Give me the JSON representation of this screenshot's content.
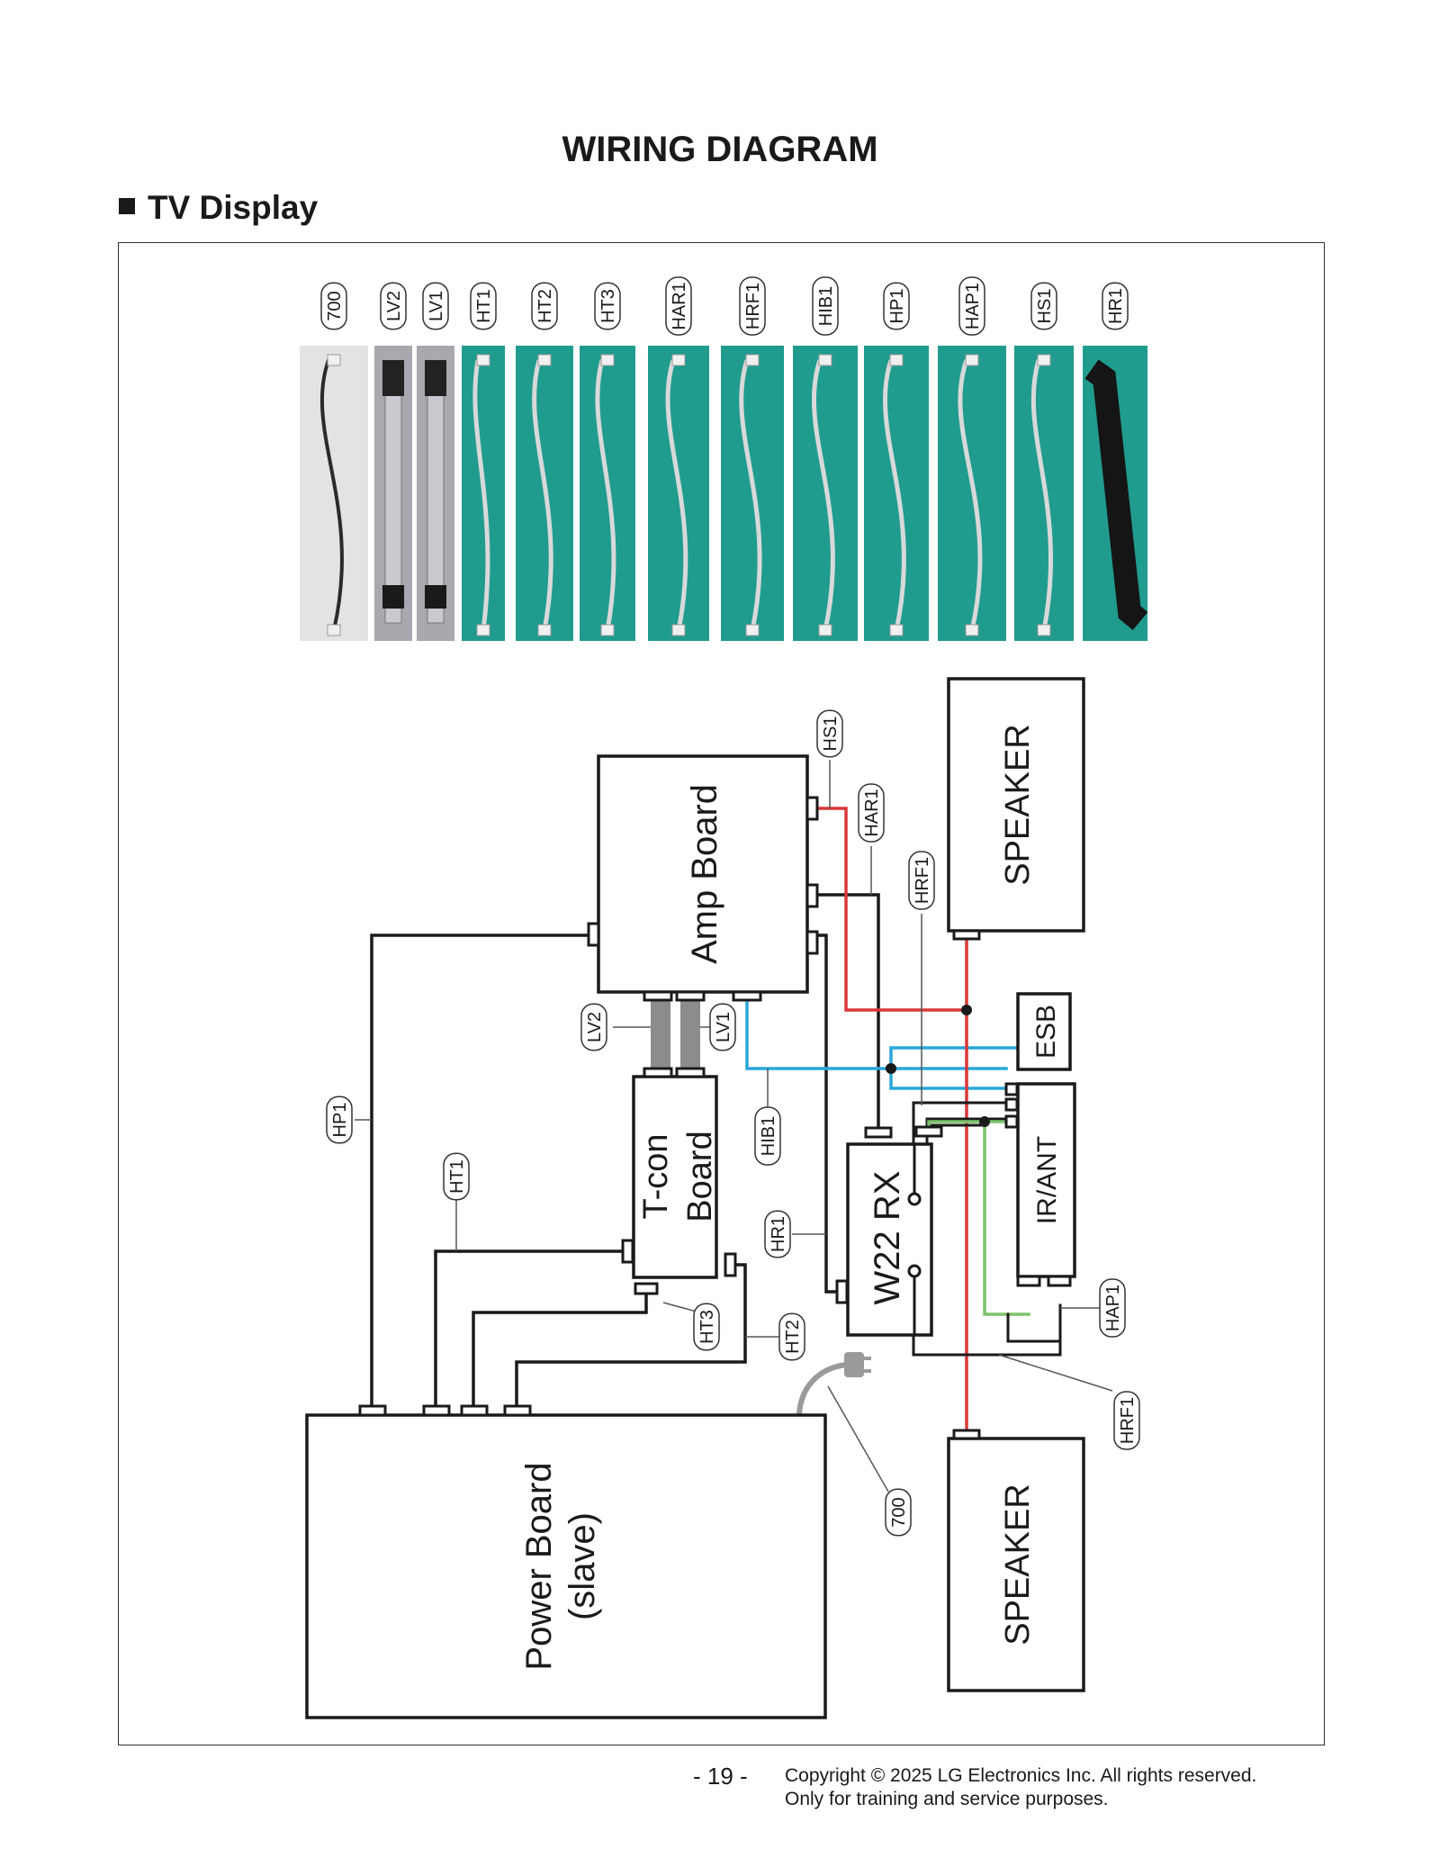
{
  "page": {
    "title": "WIRING DIAGRAM",
    "section": "TV Display",
    "page_number": "- 19 -",
    "copyright_line1": "Copyright © 2025 LG Electronics Inc. All rights reserved.",
    "copyright_line2": "Only for training and service purposes."
  },
  "cable_photos": [
    {
      "code": "700",
      "bg": "#e3e3e6"
    },
    {
      "code": "LV2",
      "bg": "#a8a8ae"
    },
    {
      "code": "LV1",
      "bg": "#a8a8ae"
    },
    {
      "code": "HT1",
      "bg": "#1f9c8e"
    },
    {
      "code": "HT2",
      "bg": "#1f9c8e"
    },
    {
      "code": "HT3",
      "bg": "#1f9c8e"
    },
    {
      "code": "HAR1",
      "bg": "#1f9c8e"
    },
    {
      "code": "HRF1",
      "bg": "#1f9c8e"
    },
    {
      "code": "HIB1",
      "bg": "#1f9c8e"
    },
    {
      "code": "HP1",
      "bg": "#1f9c8e"
    },
    {
      "code": "HAP1",
      "bg": "#1f9c8e"
    },
    {
      "code": "HS1",
      "bg": "#1f9c8e"
    },
    {
      "code": "HR1",
      "bg": "#1f9c8e"
    }
  ],
  "boards": {
    "amp": "Amp Board",
    "tcon_line1": "T-con",
    "tcon_line2": "Board",
    "power_line1": "Power Board",
    "power_line2": "(slave)",
    "w22": "W22 RX",
    "irant": "IR/ANT",
    "esb": "ESB",
    "speaker_top": "SPEAKER",
    "speaker_bottom": "SPEAKER"
  },
  "cable_tags": {
    "hs1": "HS1",
    "har1": "HAR1",
    "hrf1_upper": "HRF1",
    "lv2": "LV2",
    "lv1": "LV1",
    "hib1": "HIB1",
    "hp1": "HP1",
    "ht1": "HT1",
    "hr1": "HR1",
    "ht3": "HT3",
    "ht2": "HT2",
    "hap1": "HAP1",
    "hrf1_lower": "HRF1",
    "power_700": "700"
  },
  "wire_colors": {
    "speaker_wire": "#d93838",
    "ir_wire": "#2aa7d9",
    "green_wire": "#7cc36b",
    "lvds_flat": "#8c8c8c",
    "line": "#1a1a1a"
  }
}
